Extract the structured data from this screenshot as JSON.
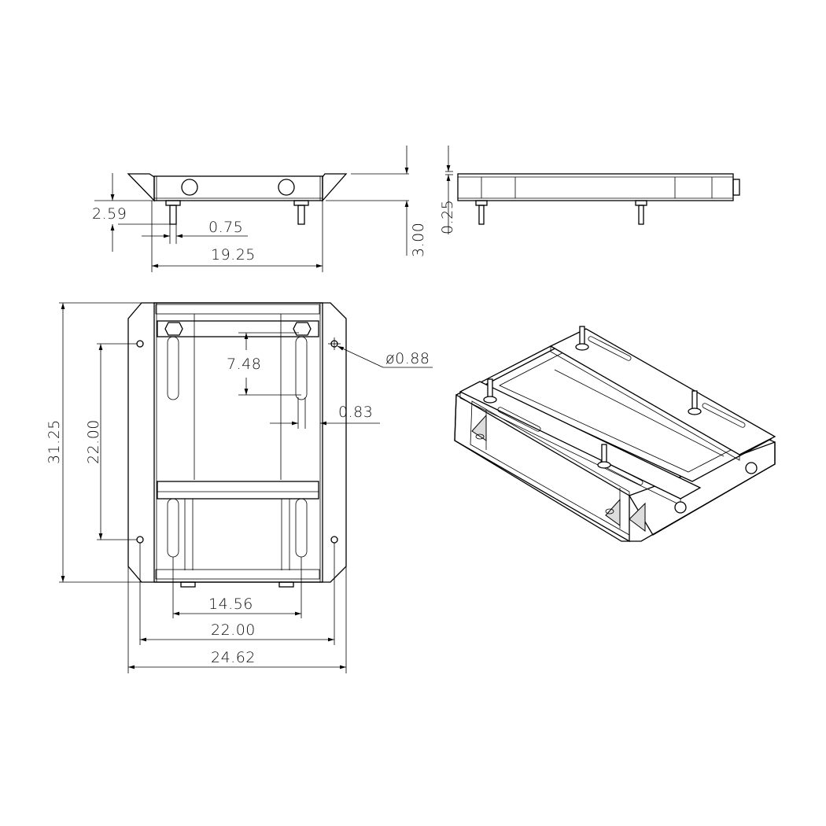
{
  "drawing": {
    "front_view": {
      "dims": {
        "bolt_height": "2.59",
        "bolt_diameter": "0.75",
        "body_width": "19.25",
        "overall_height": "3.00"
      }
    },
    "side_view": {
      "dims": {
        "plate_thickness": "0.25"
      }
    },
    "top_view": {
      "dims": {
        "overall_length": "31.25",
        "hole_spacing_vertical": "22.00",
        "slot_length": "7.48",
        "hole_diameter": "ø0.88",
        "slot_width": "0.83",
        "bolt_spacing": "14.56",
        "hole_spacing_horizontal": "22.00",
        "overall_width": "24.62"
      }
    },
    "isometric_view": {},
    "line_color": "#000000",
    "background": "#ffffff"
  }
}
